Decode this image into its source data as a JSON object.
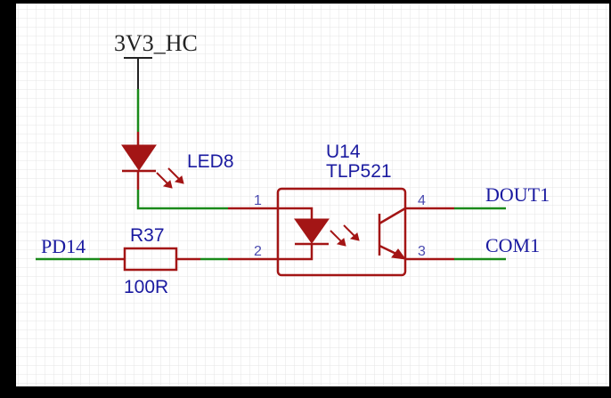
{
  "power": {
    "net": "3V3_HC"
  },
  "led": {
    "ref": "LED8"
  },
  "resistor": {
    "ref": "R37",
    "value": "100R"
  },
  "optocoupler": {
    "ref": "U14",
    "part": "TLP521",
    "pins": {
      "p1": "1",
      "p2": "2",
      "p3": "3",
      "p4": "4"
    }
  },
  "nets": {
    "input": "PD14",
    "out_collector": "DOUT1",
    "out_emitter": "COM1"
  },
  "colors": {
    "wire": "#1a8a1a",
    "component": "#a31515",
    "ref_text": "#1a1aa0",
    "net_text": "#1a1aa0",
    "pin_text": "#4a4ab0",
    "grid": "#e4e4e4",
    "paper": "#ffffff"
  }
}
